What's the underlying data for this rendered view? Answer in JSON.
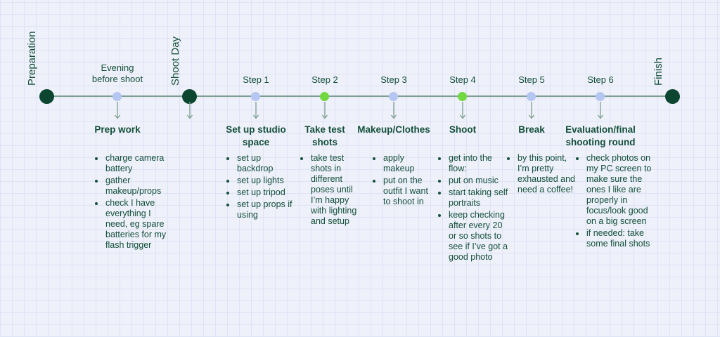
{
  "colors": {
    "background": "#eef0fa",
    "grid_line": "#dee3f6",
    "milestone_dot": "#0d4630",
    "text_green": "#14503a",
    "timeline_line": "#7d9e90",
    "lavender_dot": "#b6c6f2",
    "bright_green_dot": "#72d83f"
  },
  "timeline": {
    "milestones": [
      {
        "label": "Preparation"
      },
      {
        "label": "Shoot Day"
      },
      {
        "label": "Finish"
      }
    ],
    "columns": [
      {
        "label": "Evening before shoot",
        "dot_color": "lavender",
        "title": "Prep work",
        "bullets": [
          "charge camera battery",
          "gather makeup/props",
          "check I have everything I need, eg spare batteries for my flash trigger"
        ]
      },
      {
        "label": "Step 1",
        "dot_color": "lavender",
        "title": "Set up studio space",
        "bullets": [
          "set up backdrop",
          "set up lights",
          "set up tripod",
          "set up props if using"
        ]
      },
      {
        "label": "Step 2",
        "dot_color": "bright_green",
        "title": "Take test shots",
        "bullets": [
          "take test shots in different poses until I’m happy with lighting and setup"
        ]
      },
      {
        "label": "Step 3",
        "dot_color": "lavender",
        "title": "Makeup/Clothes",
        "bullets": [
          "apply makeup",
          "put on the outfit I want to shoot in"
        ]
      },
      {
        "label": "Step 4",
        "dot_color": "bright_green",
        "title": "Shoot",
        "bullets": [
          "get into the flow:",
          "put on music",
          "start taking self portraits",
          "keep checking after every 20 or so shots to see if I’ve got a good photo"
        ]
      },
      {
        "label": "Step 5",
        "dot_color": "lavender",
        "title": "Break",
        "bullets": [
          "by this point, I’m pretty exhausted and need a coffee!"
        ]
      },
      {
        "label": "Step 6",
        "dot_color": "lavender",
        "title": "Evaluation/final shooting round",
        "bullets": [
          "check photos on my PC screen to make sure the ones I like are properly in focus/look good on a big screen",
          "if needed: take some final shots"
        ]
      }
    ]
  }
}
